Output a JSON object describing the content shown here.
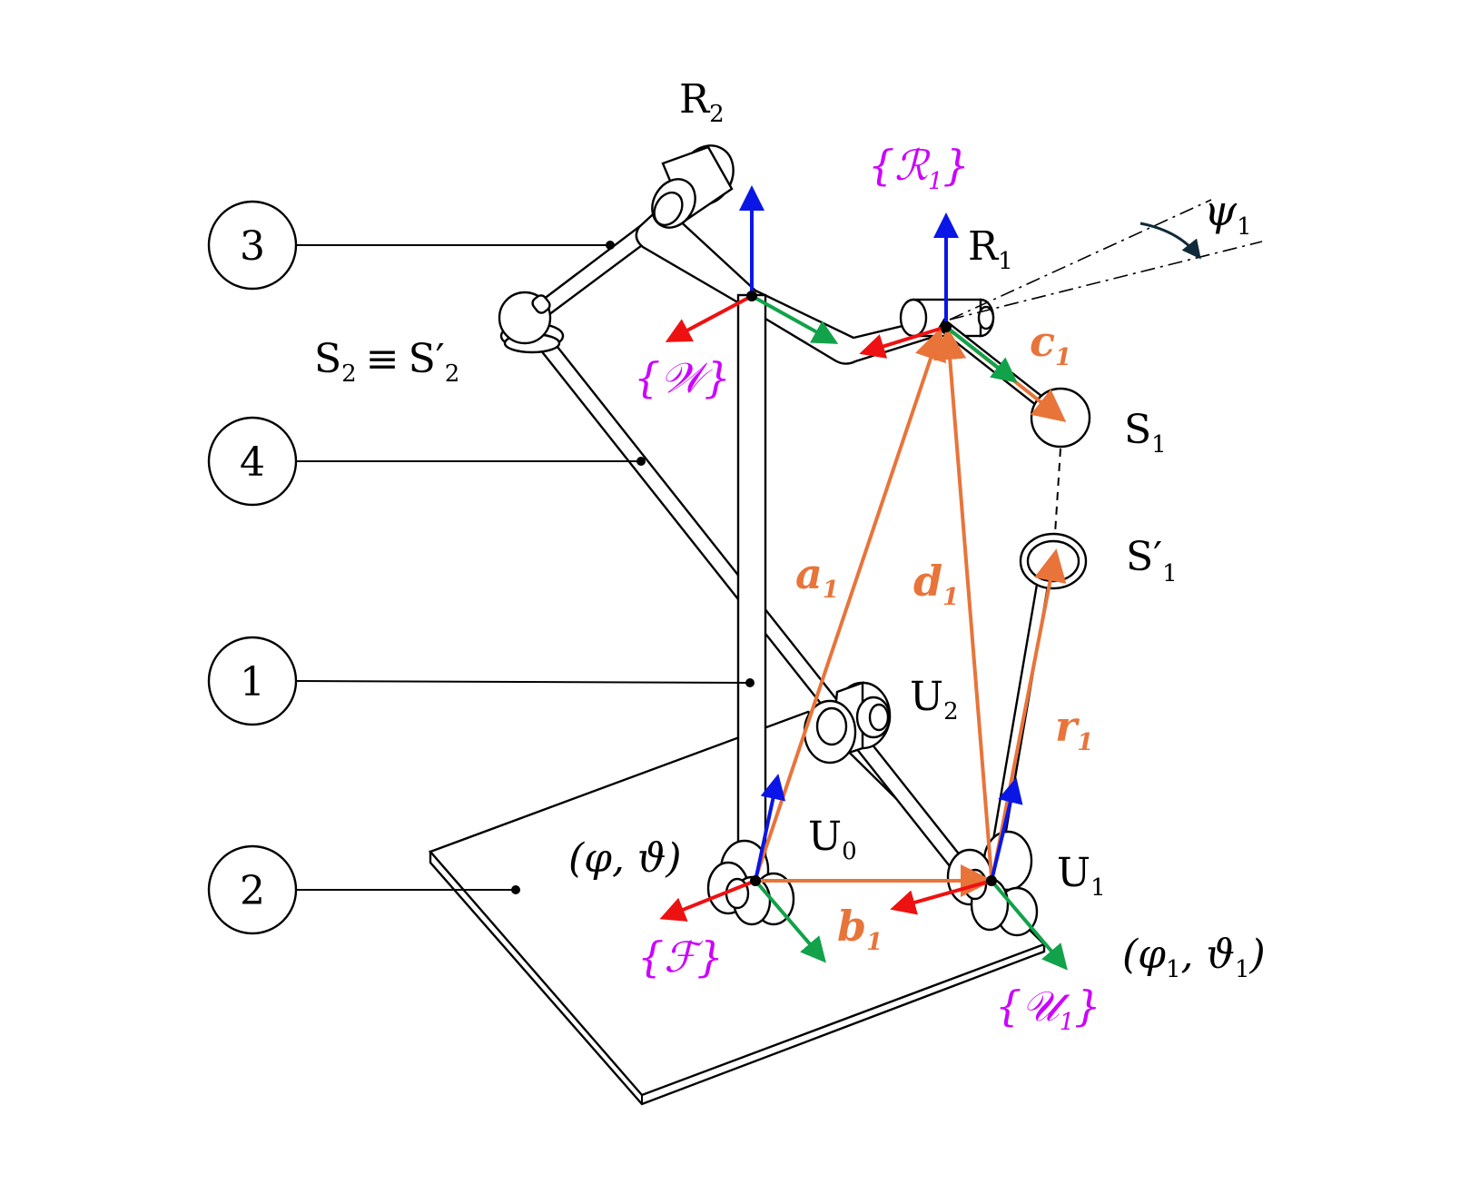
{
  "colors": {
    "vector": "#E8743A",
    "frame": "#CC00FF",
    "axis_x": "#EE1111",
    "axis_y": "#11A24A",
    "axis_z": "#0A16E6",
    "angle_arrow": "#0F2A3A"
  },
  "callouts": {
    "n3": "3",
    "n4": "4",
    "n1": "1",
    "n2": "2"
  },
  "joints": {
    "R2": {
      "base": "R",
      "sub": "2"
    },
    "R1": {
      "base": "R",
      "sub": "1"
    },
    "S2": {
      "base": "S",
      "sub": "2",
      "equiv": "≡",
      "base2": "S′",
      "sub2": "2"
    },
    "S1": {
      "base": "S",
      "sub": "1"
    },
    "S1p": {
      "base": "S′",
      "sub": "1"
    },
    "U0": {
      "base": "U",
      "sub": "0"
    },
    "U1": {
      "base": "U",
      "sub": "1"
    },
    "U2": {
      "base": "U",
      "sub": "2"
    }
  },
  "frames": {
    "R1": {
      "open": "{",
      "sym": "ℛ",
      "sub": "1",
      "close": "}"
    },
    "W": {
      "open": "{",
      "sym": "𝒲",
      "close": "}"
    },
    "F": {
      "open": "{",
      "sym": "ℱ",
      "close": "}"
    },
    "U1": {
      "open": "{",
      "sym": "𝒰",
      "sub": "1",
      "close": "}"
    }
  },
  "vectors": {
    "a1": {
      "sym": "a",
      "sub": "1"
    },
    "b1": {
      "sym": "b",
      "sub": "1"
    },
    "c1": {
      "sym": "c",
      "sub": "1"
    },
    "d1": {
      "sym": "d",
      "sub": "1"
    },
    "r1": {
      "sym": "r",
      "sub": "1"
    }
  },
  "angles": {
    "psi1": {
      "sym": "ψ",
      "sub": "1"
    },
    "phi_theta": "(φ, ϑ)",
    "phi1_theta1": {
      "open": "(φ",
      "sub1": "1",
      "mid": ", ϑ",
      "sub2": "1",
      "close": ")"
    }
  }
}
